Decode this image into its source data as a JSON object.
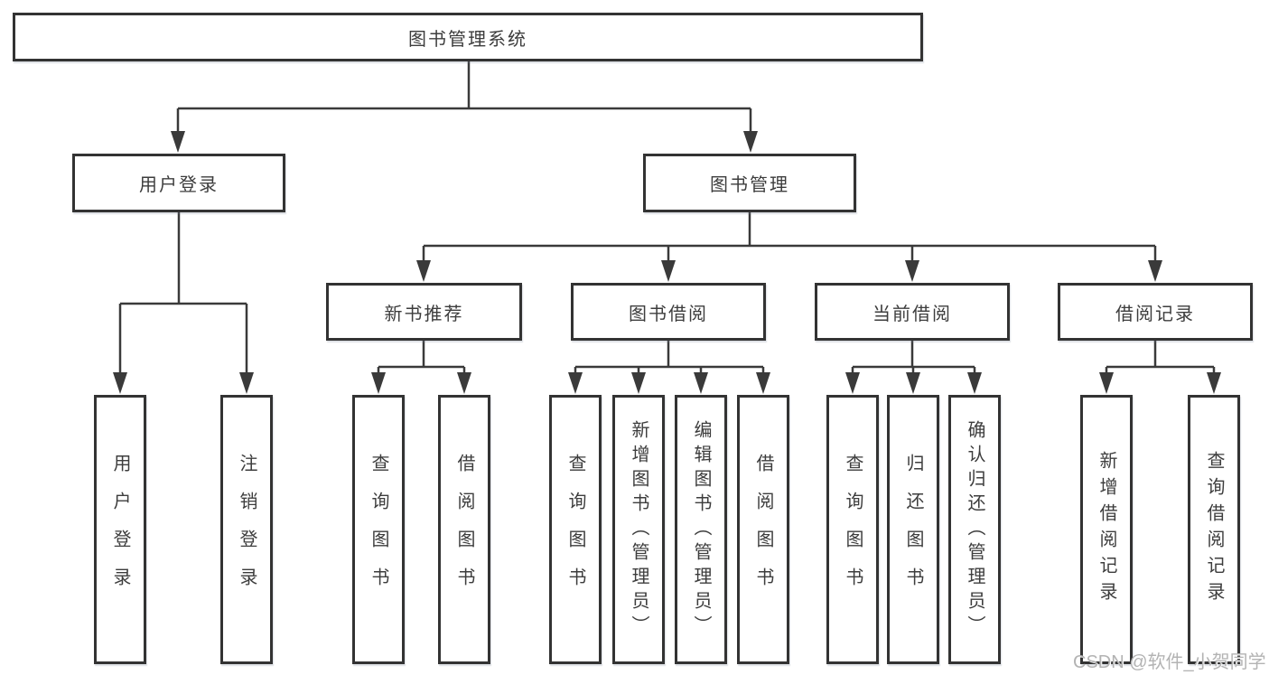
{
  "colors": {
    "box_border": "#333333",
    "line": "#3a3a3a",
    "text": "#3d3d3d",
    "watermark": "#b3b3b3",
    "background": "#ffffff"
  },
  "diagram": {
    "root": {
      "label": "图书管理系统"
    },
    "branches": [
      {
        "label": "用户登录",
        "children": [
          {
            "label": "用户登录"
          },
          {
            "label": "注销登录"
          }
        ]
      },
      {
        "label": "图书管理",
        "children": [
          {
            "label": "新书推荐",
            "children": [
              {
                "label": "查询图书"
              },
              {
                "label": "借阅图书"
              }
            ]
          },
          {
            "label": "图书借阅",
            "children": [
              {
                "label": "查询图书"
              },
              {
                "label": "新增图书（管理员）"
              },
              {
                "label": "编辑图书（管理员）"
              },
              {
                "label": "借阅图书"
              }
            ]
          },
          {
            "label": "当前借阅",
            "children": [
              {
                "label": "查询图书"
              },
              {
                "label": "归还图书"
              },
              {
                "label": "确认归还（管理员）"
              }
            ]
          },
          {
            "label": "借阅记录",
            "children": [
              {
                "label": "新增借阅记录"
              },
              {
                "label": "查询借阅记录"
              }
            ]
          }
        ]
      }
    ]
  },
  "watermark": {
    "text": "CSDN @软件_小贺同学"
  }
}
